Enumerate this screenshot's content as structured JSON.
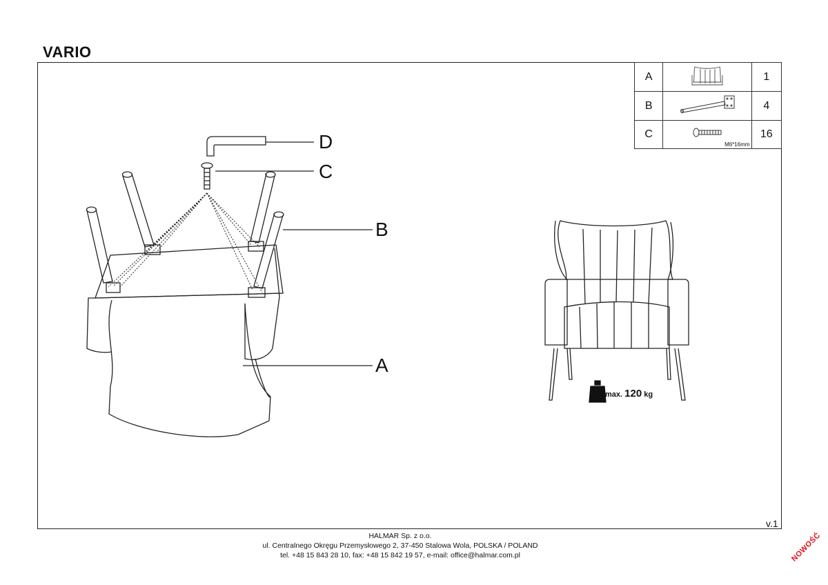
{
  "product": {
    "title": "VARIO"
  },
  "parts_table": [
    {
      "letter": "A",
      "icon": "armchair-icon",
      "qty": "1"
    },
    {
      "letter": "B",
      "icon": "leg-with-plate-icon",
      "qty": "4"
    },
    {
      "letter": "C",
      "icon": "screw-icon",
      "qty": "16",
      "spec": "M6*16mm"
    }
  ],
  "callouts": {
    "d": "D",
    "c": "C",
    "b": "B",
    "a": "A"
  },
  "max_load": {
    "prefix": "max.",
    "value": "120",
    "unit": "kg"
  },
  "version": "v.1",
  "footer": {
    "company": "HALMAR Sp. z o.o.",
    "address": "ul. Centralnego Okręgu Przemysłowego 2, 37-450 Stalowa Wola, POLSKA / POLAND",
    "contact": "tel. +48 15 843 28 10, fax: +48 15 842 19 57, e-mail: office@halmar.com.pl"
  },
  "badge": "NOWOŚĆ"
}
